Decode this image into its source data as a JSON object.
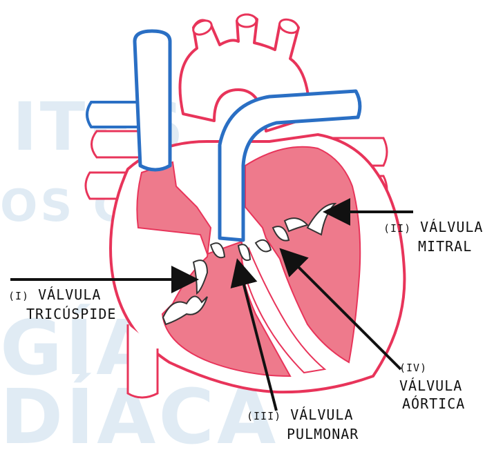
{
  "watermark": {
    "line1": "ITES",
    "line2": "OS C",
    "line3": "GÍA",
    "line4": "DÍACA"
  },
  "labels": {
    "tricuspid": {
      "numeral": "(I)",
      "line1": "VÁLVULA",
      "line2": "TRICÚSPIDE"
    },
    "mitral": {
      "numeral": "(II)",
      "line1": "VÁLVULA",
      "line2": "MITRAL"
    },
    "pulmonary": {
      "numeral": "(III)",
      "line1": "VÁLVULA",
      "line2": "PULMONAR"
    },
    "aortic": {
      "numeral": "(IV)",
      "line1": "VÁLVULA",
      "line2": "AÓRTICA"
    }
  },
  "colors": {
    "outline_red": "#e8345a",
    "chamber_fill": "#ee7a8c",
    "vessel_blue": "#2a6fc4",
    "vessel_fill": "#ffffff",
    "arrow": "#111111"
  }
}
